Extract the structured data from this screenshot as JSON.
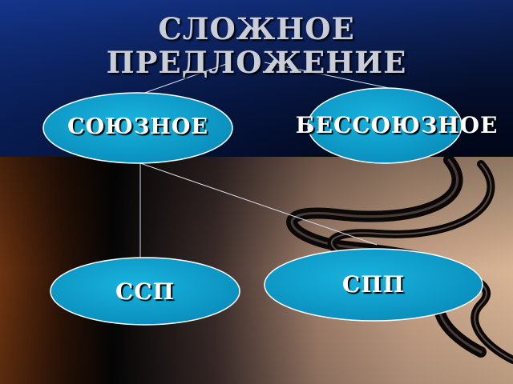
{
  "slide": {
    "title_line1": "СЛОЖНОЕ",
    "title_line2": "ПРЕДЛОЖЕНИЕ"
  },
  "nodes": {
    "soyuznoe": "СОЮЗНОЕ",
    "bessoyuznoe": "БЕССОЮЗНОЕ",
    "ssp": "ССП",
    "spp": "СПП"
  },
  "colors": {
    "node_fill": "#0b9ac6",
    "node_stroke": "#ffffff",
    "connector": "#d8dde8",
    "title_text": "#c9cdd8",
    "top_bg_dark": "#000b24",
    "top_bg_blue": "#16378f"
  }
}
